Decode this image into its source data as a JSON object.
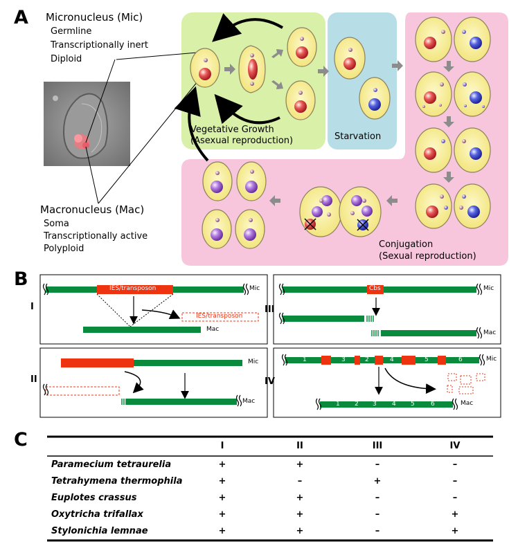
{
  "panel_labels": {
    "a": "A",
    "b": "B",
    "c": "C"
  },
  "panel_a": {
    "mic_title": "Micronucleus (Mic)",
    "mic_props": [
      "Germline",
      "Transcriptionally inert",
      "Diploid"
    ],
    "mac_title": "Macronucleus (Mac)",
    "mac_props": [
      "Soma",
      "Transcriptionally active",
      "Polyploid"
    ],
    "vegetative_line1": "Vegetative Growth",
    "vegetative_line2": "(Asexual reproduction)",
    "starvation": "Starvation",
    "conjugation_line1": "Conjugation",
    "conjugation_line2": "(Sexual reproduction)",
    "colors": {
      "green_bg": "#d9f0a8",
      "blue_bg": "#b7dde6",
      "pink_bg": "#f7c6dc",
      "cell_fill": "#f9f1a0",
      "mac_red": "#e0454a",
      "mac_blue": "#4a55d8",
      "mac_purple": "#a76ad8"
    }
  },
  "panel_b": {
    "mic": "Mic",
    "mac": "Mac",
    "i": {
      "roman": "I",
      "element": "IES/transposon"
    },
    "ii": {
      "roman": "II"
    },
    "iii": {
      "roman": "III",
      "element": "Cbs"
    },
    "iv": {
      "roman": "IV",
      "segments": [
        "1",
        "3",
        "2",
        "4",
        "5",
        "6"
      ],
      "mac_segments": [
        "1",
        "2",
        "3",
        "4",
        "5",
        "6"
      ]
    },
    "colors": {
      "chromosome": "#0a8a3c",
      "excised": "#ee3311"
    }
  },
  "panel_c": {
    "columns": [
      "I",
      "II",
      "III",
      "IV"
    ],
    "rows": [
      {
        "species": "Paramecium tetraurelia",
        "values": [
          "+",
          "+",
          "–",
          "–"
        ]
      },
      {
        "species": "Tetrahymena thermophila",
        "values": [
          "+",
          "–",
          "+",
          "–"
        ]
      },
      {
        "species": "Euplotes crassus",
        "values": [
          "+",
          "+",
          "–",
          "–"
        ]
      },
      {
        "species": "Oxytricha trifallax",
        "values": [
          "+",
          "+",
          "–",
          "+"
        ]
      },
      {
        "species": "Stylonichia lemnae",
        "values": [
          "+",
          "+",
          "–",
          "+"
        ]
      }
    ]
  }
}
